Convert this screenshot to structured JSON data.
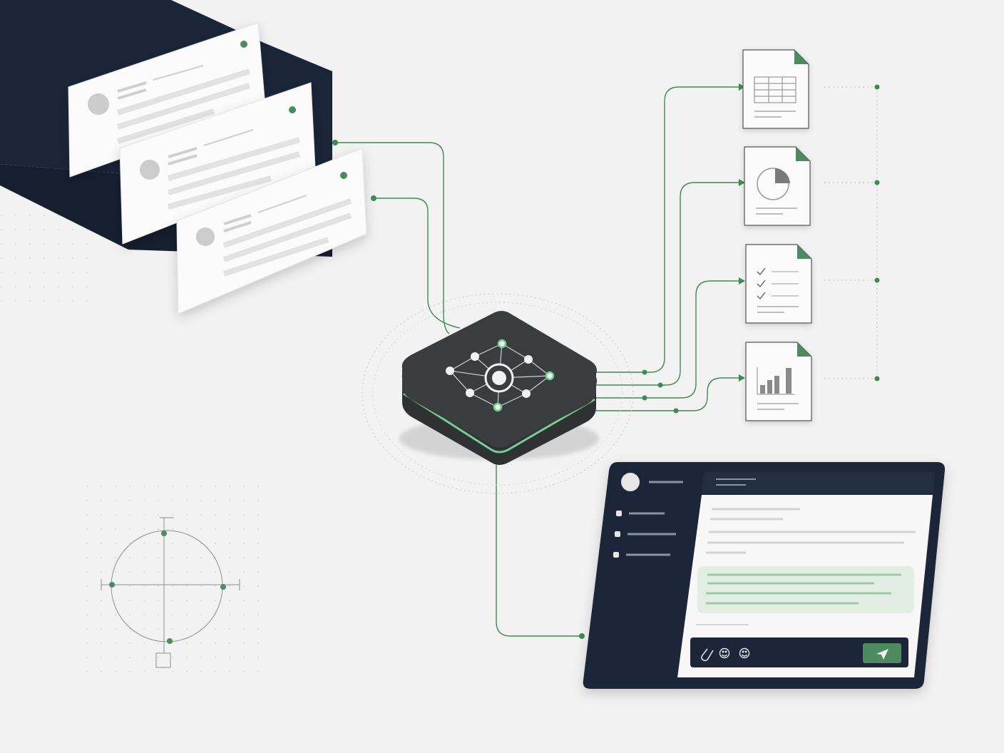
{
  "colors": {
    "background": "#f2f2f2",
    "navy": "#1b2538",
    "accent_green": "#4d8a5e",
    "connector_green": "#3f8a52",
    "hub_dark": "#3a3c3e",
    "card_white": "#fbfbfb",
    "line_gray": "#d9d9d9"
  },
  "icons": {
    "hub": "network-hub-icon",
    "document_1": "spreadsheet-table-icon",
    "document_2": "pie-chart-icon",
    "document_3": "checklist-icon",
    "document_4": "bar-chart-icon",
    "chat_attach": "paperclip-icon",
    "chat_emoji_1": "emoji-icon",
    "chat_emoji_2": "emoji-icon",
    "chat_send": "paper-plane-send-icon",
    "target": "crosshair-target-icon"
  },
  "message_cards": [
    {
      "id": "card-1"
    },
    {
      "id": "card-2"
    },
    {
      "id": "card-3"
    }
  ],
  "documents": [
    {
      "id": "doc-spreadsheet",
      "icon": "spreadsheet-table-icon"
    },
    {
      "id": "doc-pie",
      "icon": "pie-chart-icon"
    },
    {
      "id": "doc-checklist",
      "icon": "checklist-icon"
    },
    {
      "id": "doc-bars",
      "icon": "bar-chart-icon"
    }
  ],
  "chat_window": {
    "sidebar_items": 3,
    "send_button_color": "#4d8a5e"
  }
}
